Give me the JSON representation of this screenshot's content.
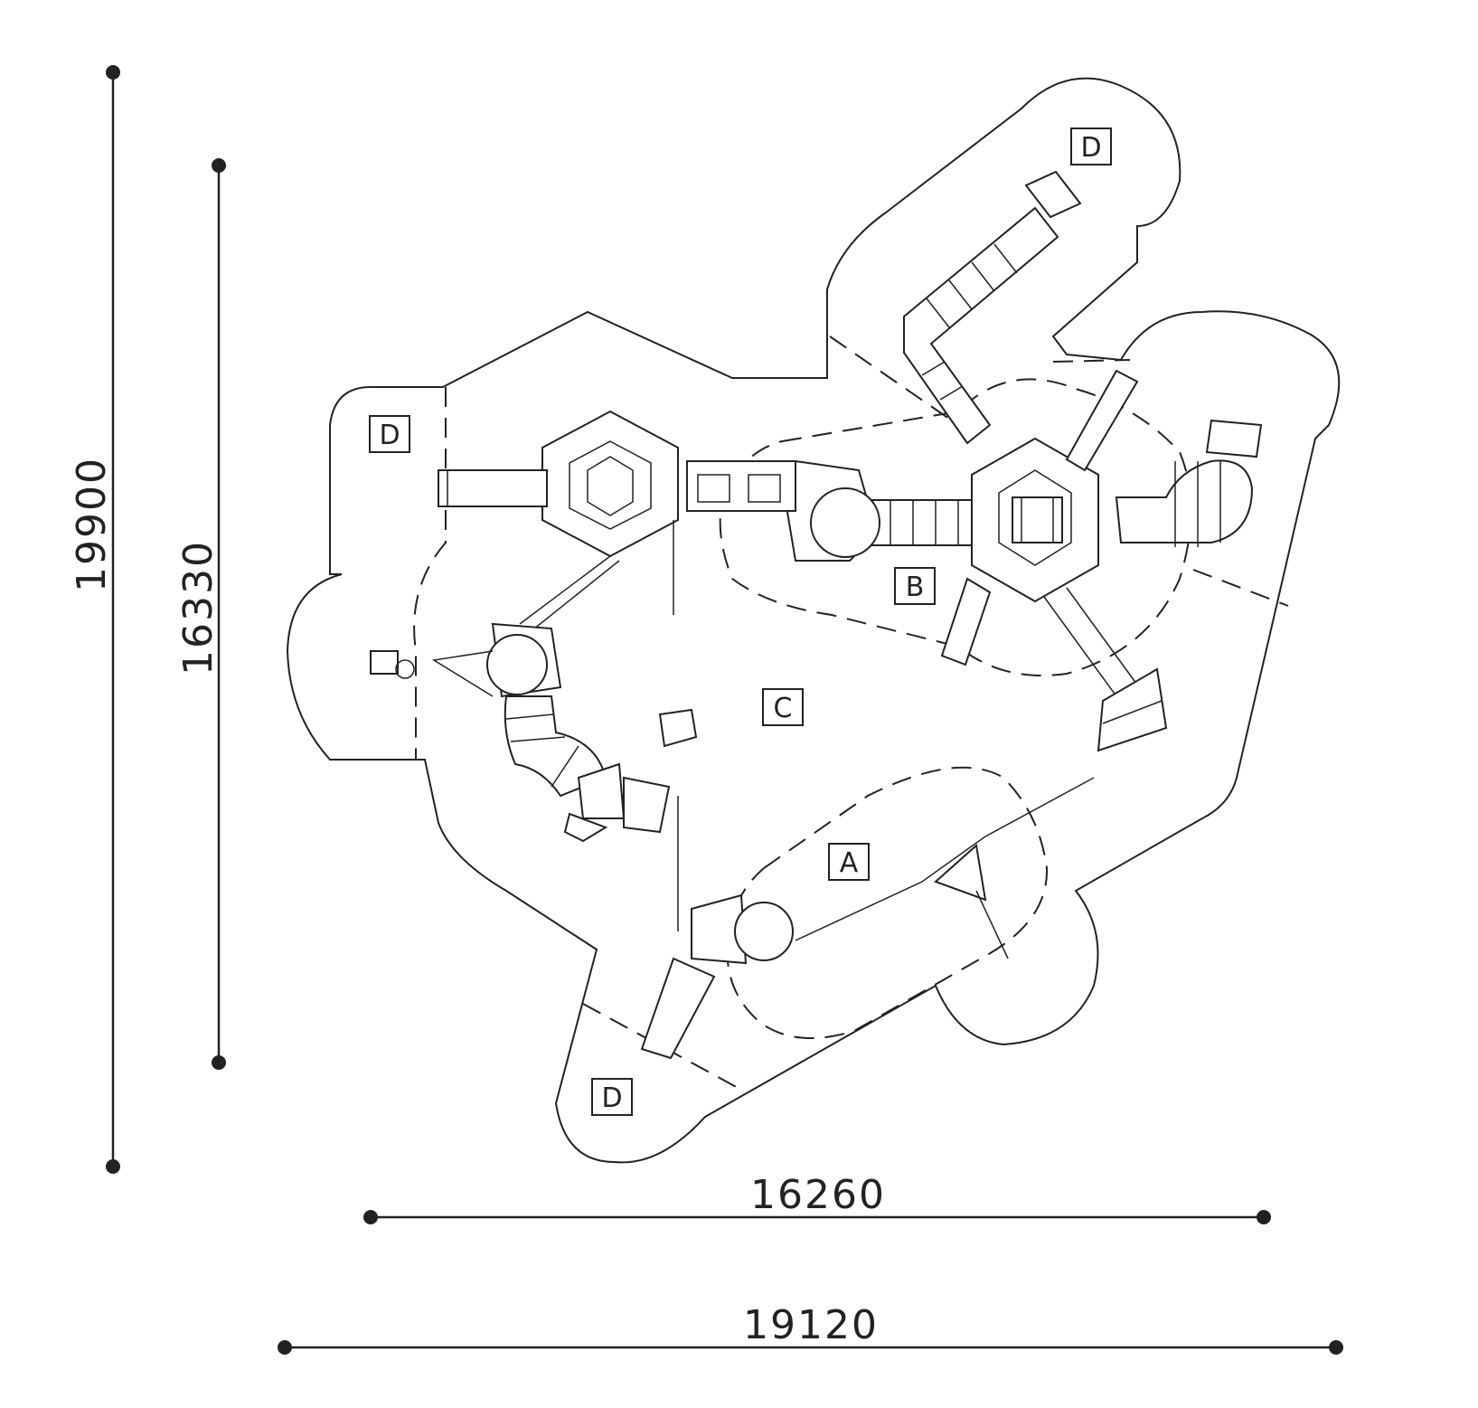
{
  "dimensions": {
    "overall_height": "19900",
    "structure_height": "16330",
    "structure_width": "16260",
    "overall_width": "19120"
  },
  "zones": [
    {
      "label": "A"
    },
    {
      "label": "B"
    },
    {
      "label": "C"
    },
    {
      "label": "D"
    },
    {
      "label": "D"
    },
    {
      "label": "D"
    }
  ],
  "colors": {
    "line": "#222222",
    "background": "#ffffff"
  }
}
